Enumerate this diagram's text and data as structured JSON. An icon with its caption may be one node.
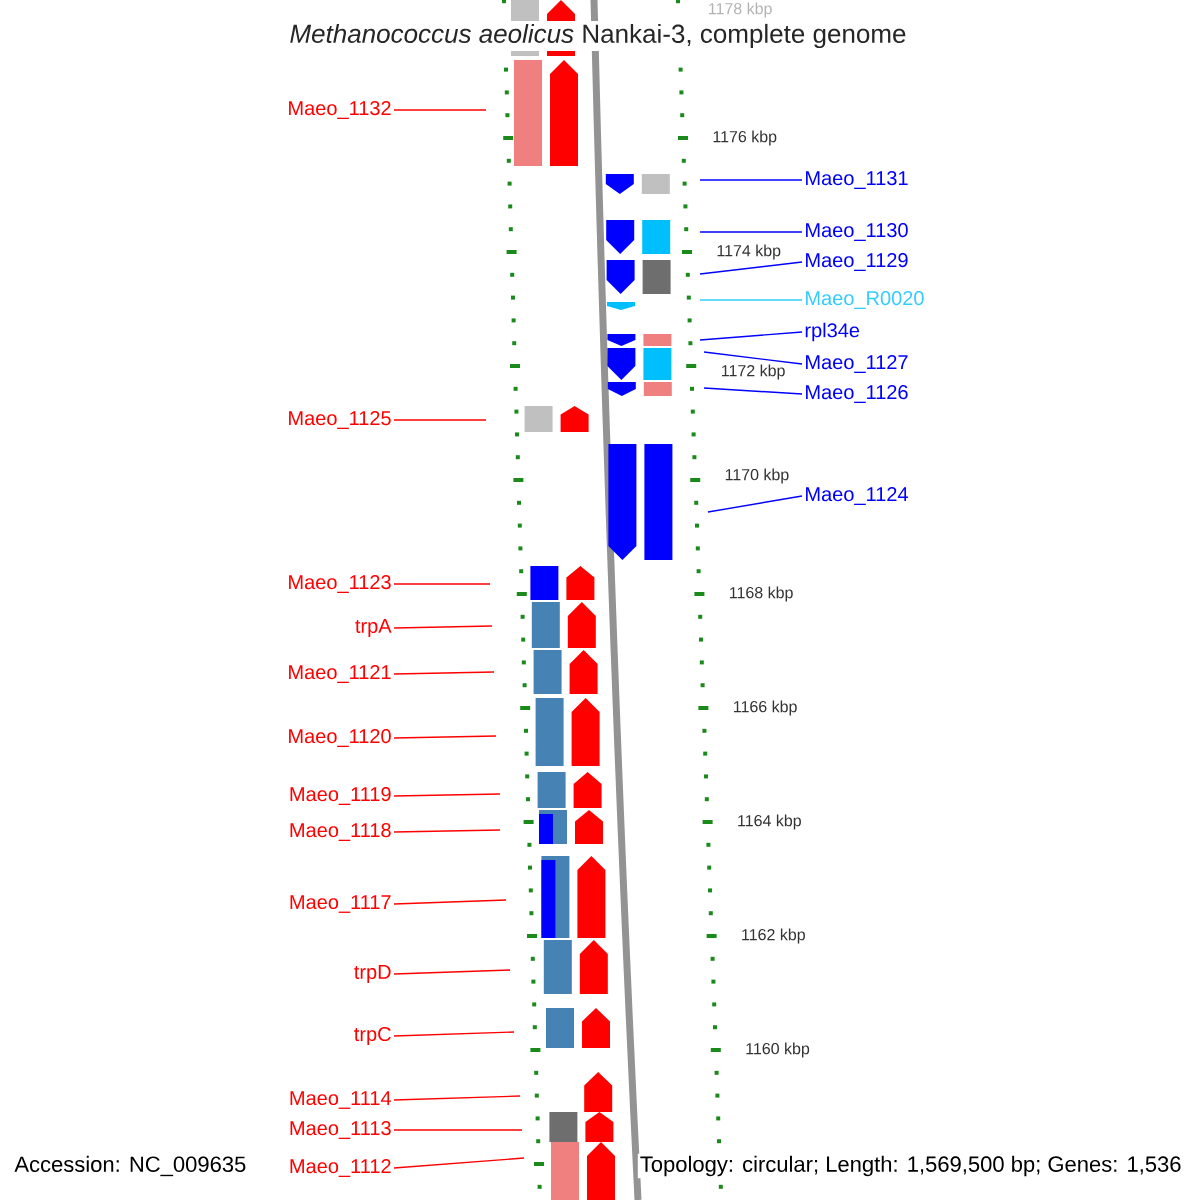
{
  "diagram": {
    "title": "*Methanococcus aeolicus* Nankai-3, complete genome",
    "nodes": [
      {
        "text": [
          "Maeo_1132"
        ]
      },
      {
        "text": [
          "Maeo_1131"
        ]
      },
      {
        "text": [
          "Maeo_1130"
        ]
      },
      {
        "text": [
          "Maeo_1129"
        ]
      },
      {
        "text": [
          "Maeo_R0020"
        ]
      },
      {
        "text": [
          "rpl34e"
        ]
      },
      {
        "text": [
          "Maeo_1127"
        ]
      },
      {
        "text": [
          "Maeo_1126"
        ]
      },
      {
        "text": [
          "Maeo_1125"
        ]
      },
      {
        "text": [
          "Maeo_1124"
        ]
      },
      {
        "text": [
          "Maeo_1123"
        ]
      },
      {
        "text": [
          "trpA"
        ]
      },
      {
        "text": [
          "Maeo_1121"
        ]
      },
      {
        "text": [
          "Maeo_1120"
        ]
      },
      {
        "text": [
          "Maeo_1119"
        ]
      },
      {
        "text": [
          "Maeo_1118"
        ]
      },
      {
        "text": [
          "Maeo_1117"
        ]
      },
      {
        "text": [
          "trpD"
        ]
      },
      {
        "text": [
          "trpC"
        ]
      },
      {
        "text": [
          "Maeo_1114"
        ]
      },
      {
        "text": [
          "Maeo_1113"
        ]
      },
      {
        "text": [
          "Maeo_1112"
        ]
      }
    ],
    "edges": [
      {
        "from": 0,
        "to": null,
        "arrow": "none"
      },
      {
        "from": 1,
        "to": null,
        "arrow": "none",
        "color": "#0000ff"
      },
      {
        "from": 2,
        "to": null,
        "arrow": "none",
        "color": "#0000ff"
      },
      {
        "from": 3,
        "to": null,
        "arrow": "none",
        "color": "#0000ff"
      },
      {
        "from": 4,
        "to": null,
        "arrow": "none",
        "color": "#33ccff"
      },
      {
        "from": 5,
        "to": null,
        "arrow": "none",
        "color": "#0000ff"
      },
      {
        "from": 6,
        "to": null,
        "arrow": "none",
        "color": "#0000ff"
      },
      {
        "from": 7,
        "to": null,
        "arrow": "none",
        "color": "#0000ff"
      },
      {
        "from": 8,
        "to": null,
        "arrow": "none"
      },
      {
        "from": 9,
        "to": null,
        "arrow": "none",
        "color": "#0000ff"
      },
      {
        "from": 10,
        "to": null,
        "arrow": "none"
      },
      {
        "from": 11,
        "to": null,
        "arrow": "none"
      },
      {
        "from": 12,
        "to": null,
        "arrow": "none"
      },
      {
        "from": 13,
        "to": null,
        "arrow": "none"
      },
      {
        "from": 14,
        "to": null,
        "arrow": "none"
      },
      {
        "from": 15,
        "to": null,
        "arrow": "none"
      },
      {
        "from": 16,
        "to": null,
        "arrow": "none"
      },
      {
        "from": 17,
        "to": null,
        "arrow": "none"
      },
      {
        "from": 18,
        "to": null,
        "arrow": "none"
      },
      {
        "from": 19,
        "to": null,
        "arrow": "none"
      },
      {
        "from": 20,
        "to": null,
        "arrow": "none"
      },
      {
        "from": 21,
        "to": null,
        "arrow": "none"
      }
    ],
    "labels": [
      "1178 kbp",
      "1176 kbp",
      "1174 kbp",
      "1172 kbp",
      "1170 kbp",
      "1168 kbp",
      "1166 kbp",
      "1164 kbp",
      "1162 kbp",
      "1160 kbp",
      "Accession: NC_009635",
      "Topology: circular; Length: 1,569,500 bp; Genes: 1,536"
    ]
  }
}
